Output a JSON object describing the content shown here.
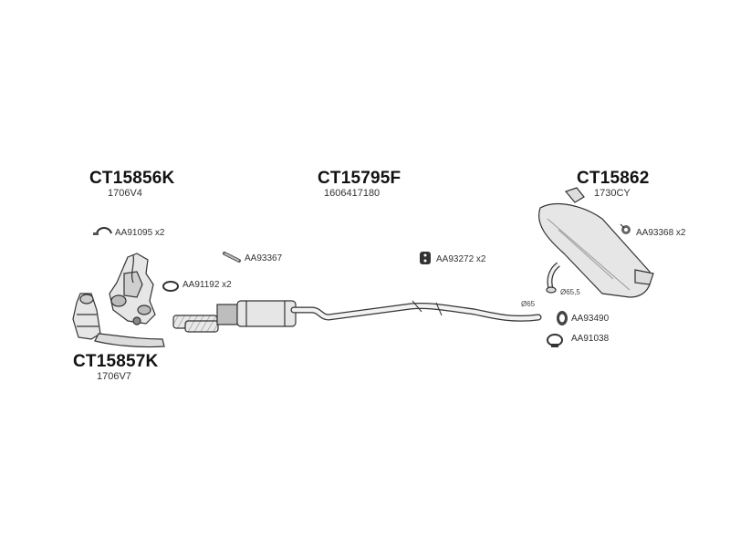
{
  "assemblies": [
    {
      "code": "CT15856K",
      "ref": "1706V4"
    },
    {
      "code": "CT15795F",
      "ref": "1606417180"
    },
    {
      "code": "CT15862",
      "ref": "1730CY"
    },
    {
      "code": "CT15857K",
      "ref": "1706V7"
    }
  ],
  "parts": [
    {
      "label": "AA91095 x2"
    },
    {
      "label": "AA93367"
    },
    {
      "label": "AA91192 x2"
    },
    {
      "label": "AA93272 x2"
    },
    {
      "label": "AA93368 x2"
    },
    {
      "label": "AA93490"
    },
    {
      "label": "AA91038"
    }
  ],
  "dimensions": [
    "Ø65",
    "Ø65,5"
  ],
  "colors": {
    "line": "#333333",
    "fill_light": "#e6e6e6",
    "fill_mid": "#bdbdbd",
    "fill_dark": "#555555"
  }
}
